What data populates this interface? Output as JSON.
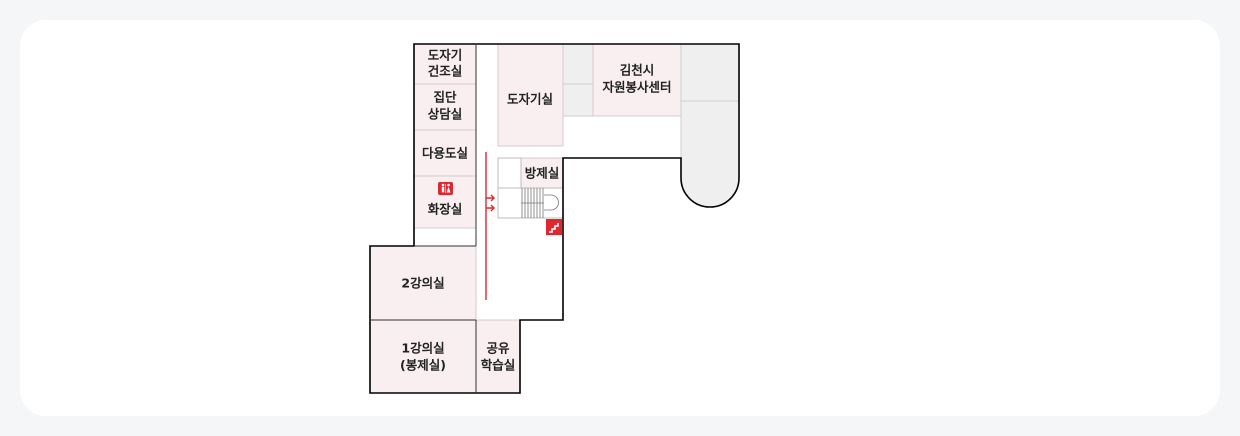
{
  "rooms": {
    "ceramics_drying": [
      "도자기",
      "건조실"
    ],
    "group_counseling": [
      "집단",
      "상담실"
    ],
    "multipurpose": "다용도실",
    "restroom": "화장실",
    "ceramics": "도자기실",
    "volunteer_center": [
      "김천시",
      "자원봉사센터"
    ],
    "sewing": "방제실",
    "lecture2": "2강의실",
    "lecture1": [
      "1강의실",
      "(봉제실)"
    ],
    "study": [
      "공유",
      "학습실"
    ]
  },
  "icons": {
    "restroom": "restroom-icon",
    "stairs": "stairs-icon",
    "arrow": "route-arrow"
  },
  "colors": {
    "room_fill": "#f9eef0",
    "gray_fill": "#efefef",
    "accent": "#e0262f",
    "wall": "#000000"
  }
}
